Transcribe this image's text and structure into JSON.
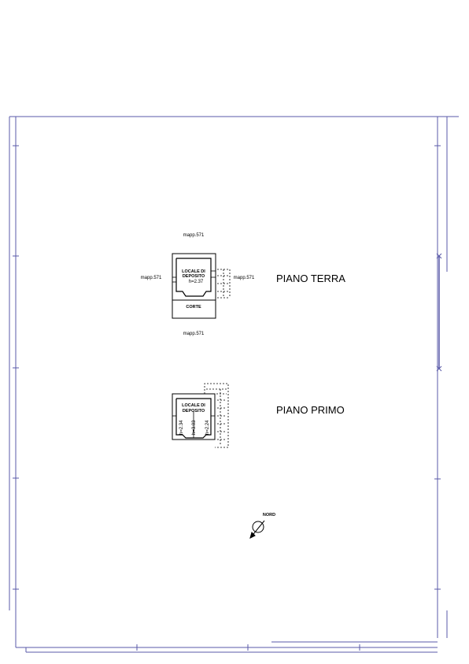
{
  "ground_floor": {
    "title": "PIANO TERRA",
    "parcel_top": "mapp.571",
    "parcel_left": "mapp.571",
    "parcel_right": "mapp.571",
    "parcel_bottom": "mapp.571",
    "room_line1": "LOCALE DI",
    "room_line2": "DEPOSITO",
    "room_height": "h=2.37",
    "courtyard": "CORTE"
  },
  "first_floor": {
    "title": "PIANO PRIMO",
    "room_line1": "LOCALE DI",
    "room_line2": "DEPOSITO",
    "height_left": "h=2.34",
    "height_mid": "h=3.03",
    "height_right": "h=2.24"
  },
  "north": {
    "label": "NORD"
  },
  "colors": {
    "frame": "#5a5aa8",
    "drawing": "#000000"
  }
}
